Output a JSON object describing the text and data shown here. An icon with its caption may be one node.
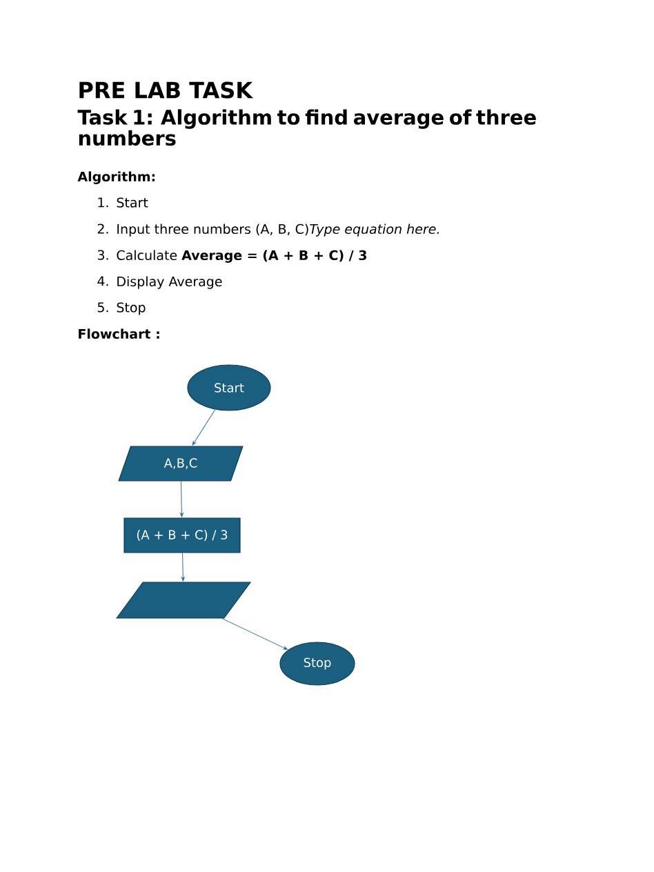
{
  "diagram": {
    "title": "PRE LAB TASK",
    "nodes": [
      {
        "text": [
          "Start"
        ]
      },
      {
        "text": [
          "A,B,C"
        ]
      },
      {
        "text": [
          "(A + B + C) / 3"
        ]
      },
      {
        "text": [],
        "shape": "parallelogram"
      },
      {
        "text": [
          "Stop"
        ]
      }
    ],
    "edges": [
      {
        "from": 0,
        "to": 1,
        "arrow": "to"
      },
      {
        "from": 1,
        "to": 2,
        "arrow": "to"
      },
      {
        "from": 2,
        "to": 3,
        "arrow": "to"
      },
      {
        "from": 3,
        "to": 4,
        "arrow": "to"
      }
    ],
    "labels": [
      "Task 1: Algorithm to find average of three numbers",
      "Algorithm:",
      "1.",
      "Start",
      "2.",
      "Input three numbers (A, B, C)*Type equation here.*",
      "3.",
      "Calculate **Average = (A + B + C) / 3**",
      "4.",
      "Display Average",
      "5.",
      "Stop",
      "Flowchart :"
    ]
  }
}
